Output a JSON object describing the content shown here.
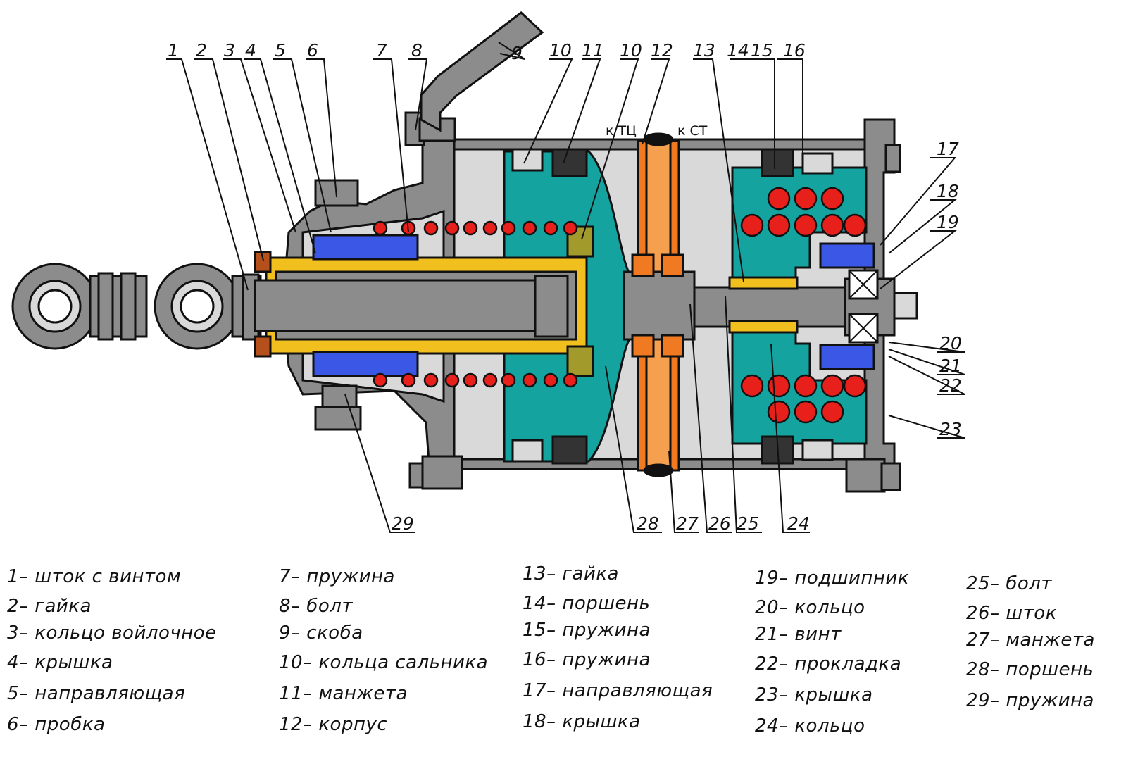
{
  "diagram": {
    "port_labels": {
      "tc": "к ТЦ",
      "st": "к СТ"
    },
    "callouts": [
      "1",
      "2",
      "3",
      "4",
      "5",
      "6",
      "7",
      "8",
      "9",
      "10",
      "11",
      "10",
      "12",
      "13",
      "14",
      "15",
      "16",
      "17",
      "18",
      "19",
      "20",
      "21",
      "22",
      "23",
      "24",
      "25",
      "26",
      "27",
      "28",
      "29"
    ]
  },
  "legend": [
    [
      "1– шток с винтом",
      "2– гайка",
      "3– кольцо войлочное",
      "4– крышка",
      "5– направляющая",
      "6– пробка"
    ],
    [
      "7– пружина",
      "8– болт",
      "9– скоба",
      "10– кольца сальника",
      "11– манжета",
      "12– корпус"
    ],
    [
      "13– гайка",
      "14– поршень",
      "15– пружина",
      "16– пружина",
      "17– направляющая",
      "18– крышка"
    ],
    [
      "19– подшипник",
      "20– кольцо",
      "21– винт",
      "22– прокладка",
      "23– крышка",
      "24– кольцо"
    ],
    [
      "25– болт",
      "26– шток",
      "27– манжета",
      "28– поршень",
      "29– пружина"
    ]
  ],
  "colors": {
    "body_gray": "#8c8c8c",
    "light_gray": "#d9d9d9",
    "teal": "#15a3a0",
    "orange": "#f07a22",
    "yellow": "#f2c01e",
    "blue": "#3a57e6",
    "red": "#e8201c",
    "olive": "#a39a2c",
    "brown": "#b5501c"
  }
}
